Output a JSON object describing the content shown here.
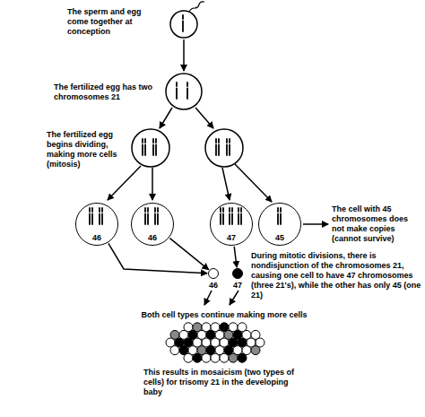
{
  "diagram": {
    "nodes": [
      {
        "text": [
          "46"
        ]
      },
      {
        "text": [
          "46"
        ]
      },
      {
        "text": [
          "47"
        ]
      },
      {
        "text": [
          "45"
        ]
      },
      {
        "text": [
          "46"
        ]
      },
      {
        "text": [
          "47"
        ]
      }
    ],
    "edges": [
      {
        "from": 0,
        "to": 4,
        "arrow": "to"
      },
      {
        "from": 1,
        "to": 4,
        "arrow": "to"
      },
      {
        "from": 2,
        "to": 5,
        "arrow": "to"
      }
    ],
    "labels": [
      "The sperm and egg come together at conception",
      "The fertilized egg has two chromosomes 21",
      "The fertilized egg begins dividing, making more cells (mitosis)",
      "The cell with 45 chromosomes does not make copies (cannot survive)",
      "During mitotic divisions, there is nondisjunction of the chromosomes 21, causing one cell to have 47 chromosomes (three 21's), while the other has only 45 (one 21)",
      "Both cell types continue making more cells",
      "This results in mosaicism (two types of cells) for trisomy 21 in the developing baby"
    ]
  }
}
